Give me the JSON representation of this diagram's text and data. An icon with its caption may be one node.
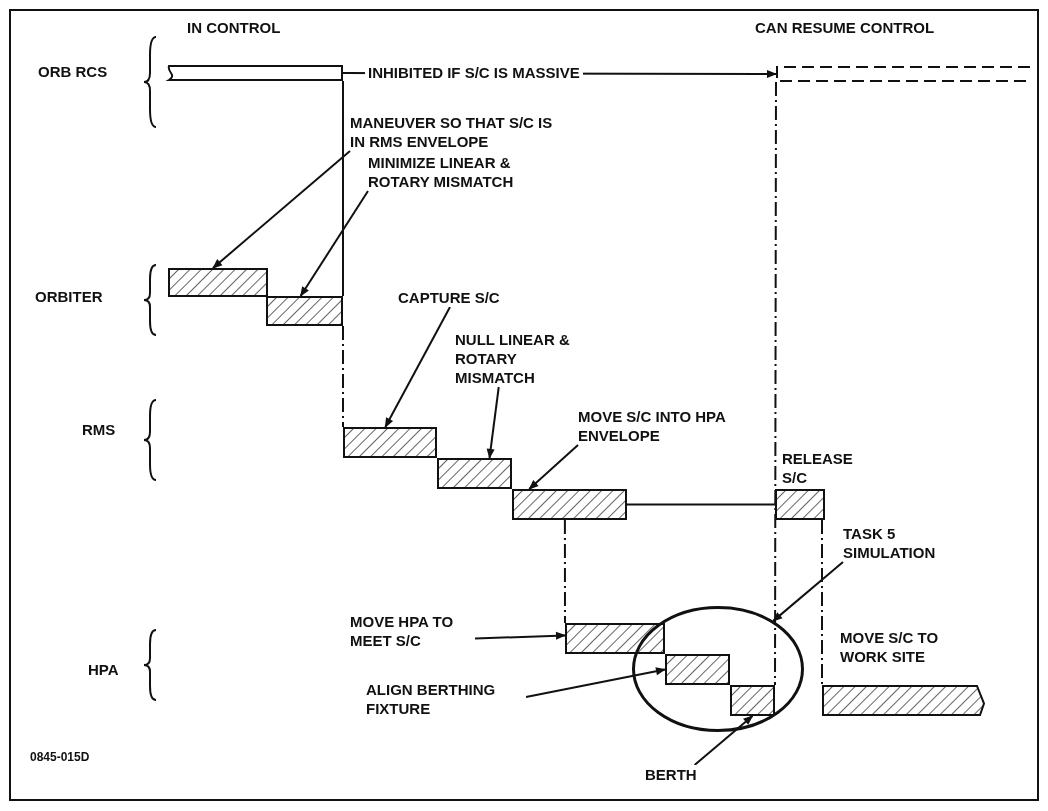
{
  "diagram": {
    "nodes": [
      {
        "text": [],
        "shape": "bar",
        "beside": [
          "IN CONTROL"
        ]
      },
      {
        "text": [],
        "shape": "bar",
        "beside": [
          "CAN RESUME CONTROL"
        ]
      },
      {
        "text": [
          "MANEUVER SO THAT S/C IS IN RMS ENVELOPE"
        ]
      },
      {
        "text": [
          "MINIMIZE LINEAR & ROTARY MISMATCH"
        ]
      },
      {
        "text": [],
        "shape": "bar"
      },
      {
        "text": [],
        "shape": "bar"
      },
      {
        "text": [
          "CAPTURE S/C"
        ]
      },
      {
        "text": [
          "NULL LINEAR & ROTARY MISMATCH"
        ]
      },
      {
        "text": [
          "MOVE S/C INTO HPA ENVELOPE"
        ]
      },
      {
        "text": [],
        "shape": "bar"
      },
      {
        "text": [],
        "shape": "bar"
      },
      {
        "text": [],
        "shape": "bar"
      },
      {
        "text": [],
        "shape": "bar",
        "beside": [
          "RELEASE S/C"
        ]
      },
      {
        "text": [
          "TASK 5 SIMULATION"
        ]
      },
      {
        "text": [
          "MOVE HPA TO MEET S/C"
        ]
      },
      {
        "text": [],
        "shape": "circle"
      },
      {
        "text": [],
        "shape": "bar"
      },
      {
        "text": [],
        "shape": "bar",
        "in": 15
      },
      {
        "text": [],
        "shape": "bar",
        "in": 15
      },
      {
        "text": [
          "ALIGN BERTHING FIXTURE"
        ]
      },
      {
        "text": [],
        "shape": "bar",
        "beside": [
          "MOVE S/C TO WORK SITE"
        ]
      },
      {
        "text": [
          "BERTH"
        ]
      }
    ],
    "edges": [
      {
        "from": 0,
        "to": 1,
        "arrow": "to",
        "label": "INHIBITED IF S/C IS MASSIVE"
      },
      {
        "from": 2,
        "to": 4,
        "arrow": "to"
      },
      {
        "from": 3,
        "to": 5,
        "arrow": "to"
      },
      {
        "from": 6,
        "to": 9,
        "arrow": "to"
      },
      {
        "from": 7,
        "to": 10,
        "arrow": "to"
      },
      {
        "from": 8,
        "to": 11,
        "arrow": "to"
      },
      {
        "from": 14,
        "to": 16,
        "arrow": "to"
      },
      {
        "from": 19,
        "to": 17,
        "arrow": "to"
      },
      {
        "from": 21,
        "to": 18,
        "arrow": "to"
      },
      {
        "from": 13,
        "to": 15,
        "arrow": "to"
      },
      {
        "from": 0,
        "to": 5,
        "arrow": "none"
      },
      {
        "from": 5,
        "to": 9,
        "arrow": "none",
        "style": "dashed"
      },
      {
        "from": 1,
        "to": 18,
        "arrow": "none",
        "style": "dashed"
      },
      {
        "from": 11,
        "to": 16,
        "arrow": "none",
        "style": "dashed"
      },
      {
        "from": 11,
        "to": 12,
        "arrow": "none"
      },
      {
        "from": 12,
        "to": 20,
        "arrow": "none",
        "style": "dashed"
      }
    ],
    "labels": [
      "ORB RCS",
      "ORBITER",
      "RMS",
      "HPA",
      "0845-015D"
    ]
  }
}
